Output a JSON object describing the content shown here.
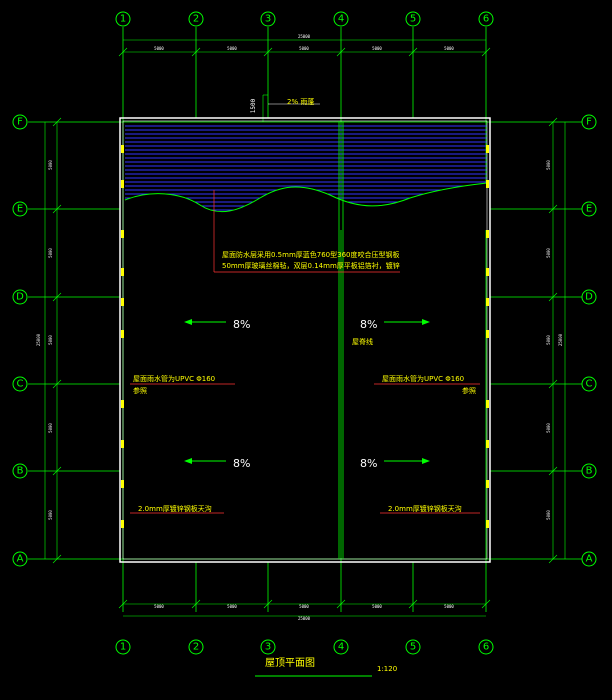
{
  "axes": {
    "columns": [
      "1",
      "2",
      "3",
      "4",
      "5",
      "6"
    ],
    "rows": [
      "F",
      "E",
      "D",
      "C",
      "B",
      "A"
    ]
  },
  "dimensions": {
    "top_segments": [
      "5000",
      "5000",
      "5000",
      "5000",
      "5000"
    ],
    "top_total": "25000",
    "bottom_segments": [
      "5000",
      "5000",
      "5000",
      "5000",
      "5000"
    ],
    "bottom_total": "25000",
    "left_segments": [
      "5000",
      "5000",
      "5000",
      "5000",
      "5000"
    ],
    "left_total": "25000",
    "right_segments": [
      "5000",
      "5000",
      "5000",
      "5000",
      "5000"
    ],
    "right_total": "25000",
    "canopy_dim": "1500"
  },
  "labels": {
    "canopy": "2%  雨蓬",
    "roof_note_line1": "屋面防水层采用0.5mm厚蓝色760型360度咬合压型钢板",
    "roof_note_line2": "50mm厚玻璃丝棉毡，双层0.14mm厚平板铝箔衬，镀锌",
    "ridge": "屋脊线",
    "downpipe_left_line1": "屋面雨水管为UPVC Φ160",
    "downpipe_left_line2": "参照",
    "downpipe_right_line1": "屋面雨水管为UPVC Φ160",
    "downpipe_right_line2": "参照",
    "gutter_left": "2.0mm厚镀锌钢板天沟",
    "gutter_right": "2.0mm厚镀锌钢板天沟",
    "slope_tl": "8%",
    "slope_tr": "8%",
    "slope_bl": "8%",
    "slope_br": "8%",
    "title": "屋顶平面图",
    "scale": "1:120"
  },
  "colors": {
    "axis": "#00ff00",
    "outline": "#ffffff",
    "notes": "#ffff00",
    "leaders": "#ff3333",
    "panel_lines": "#3333ff",
    "breakline": "#00ff00"
  }
}
